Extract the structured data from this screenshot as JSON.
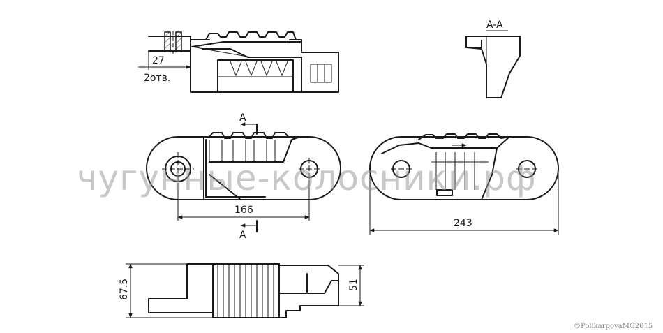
{
  "drawing": {
    "dimensions": {
      "d27": "27",
      "holes": "2отв.",
      "d166": "166",
      "d243": "243",
      "d67_5": "67.5",
      "d51": "51"
    },
    "section": {
      "title": "A-A",
      "marker_top": "A",
      "marker_bottom": "A"
    }
  },
  "watermark": {
    "text": "чугунные-колосники.рф"
  },
  "copyright": {
    "text": "©PolikarpovaMG2015"
  }
}
